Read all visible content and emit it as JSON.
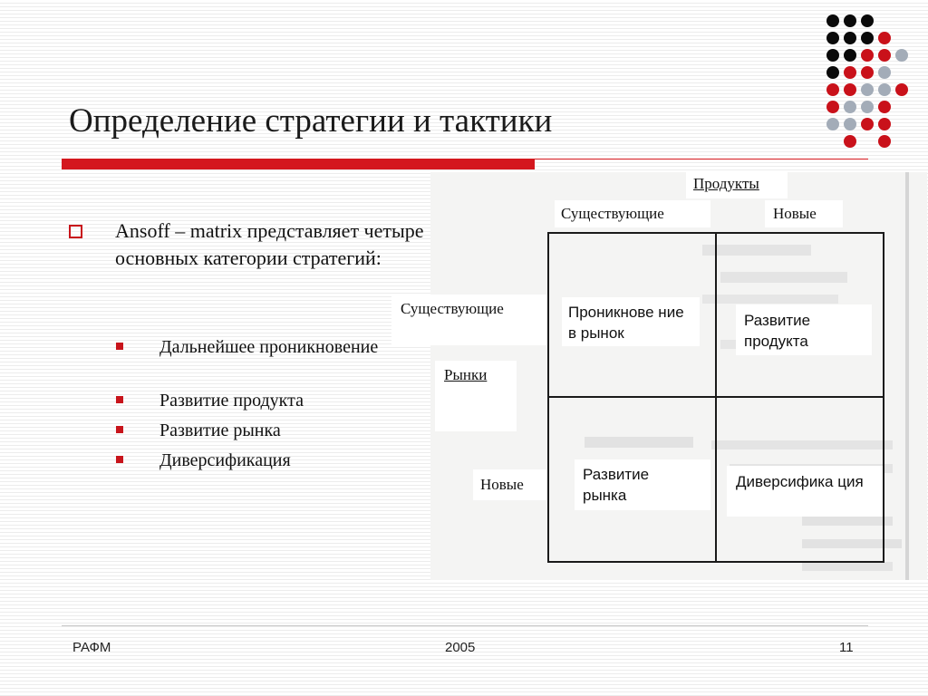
{
  "slide": {
    "title": "Определение стратегии и тактики",
    "bullet_main": "Ansoff – matrix представляет четыре основных категории стратегий:",
    "sub_bullets": [
      "Дальнейшее проникновение",
      "Развитие продукта",
      "Развитие рынка",
      "Диверсификация"
    ]
  },
  "matrix": {
    "products_label": "Продукты",
    "product_existing": "Существующие",
    "product_new": "Новые",
    "market_existing": "Существующие",
    "markets_label": "Рынки",
    "market_new": "Новые",
    "cells": {
      "top_left": "Проникнове ние в рынок",
      "top_right": "Развитие продукта",
      "bottom_left": "Развитие рынка",
      "bottom_right": "Диверсифика ция"
    }
  },
  "footer": {
    "left": "РАФМ",
    "center": "2005",
    "right": "11"
  },
  "colors": {
    "accent_red": "#d4171e",
    "dot_black": "#0a0a0a",
    "dot_red": "#c9111a",
    "dot_gray": "#a3acb8"
  }
}
